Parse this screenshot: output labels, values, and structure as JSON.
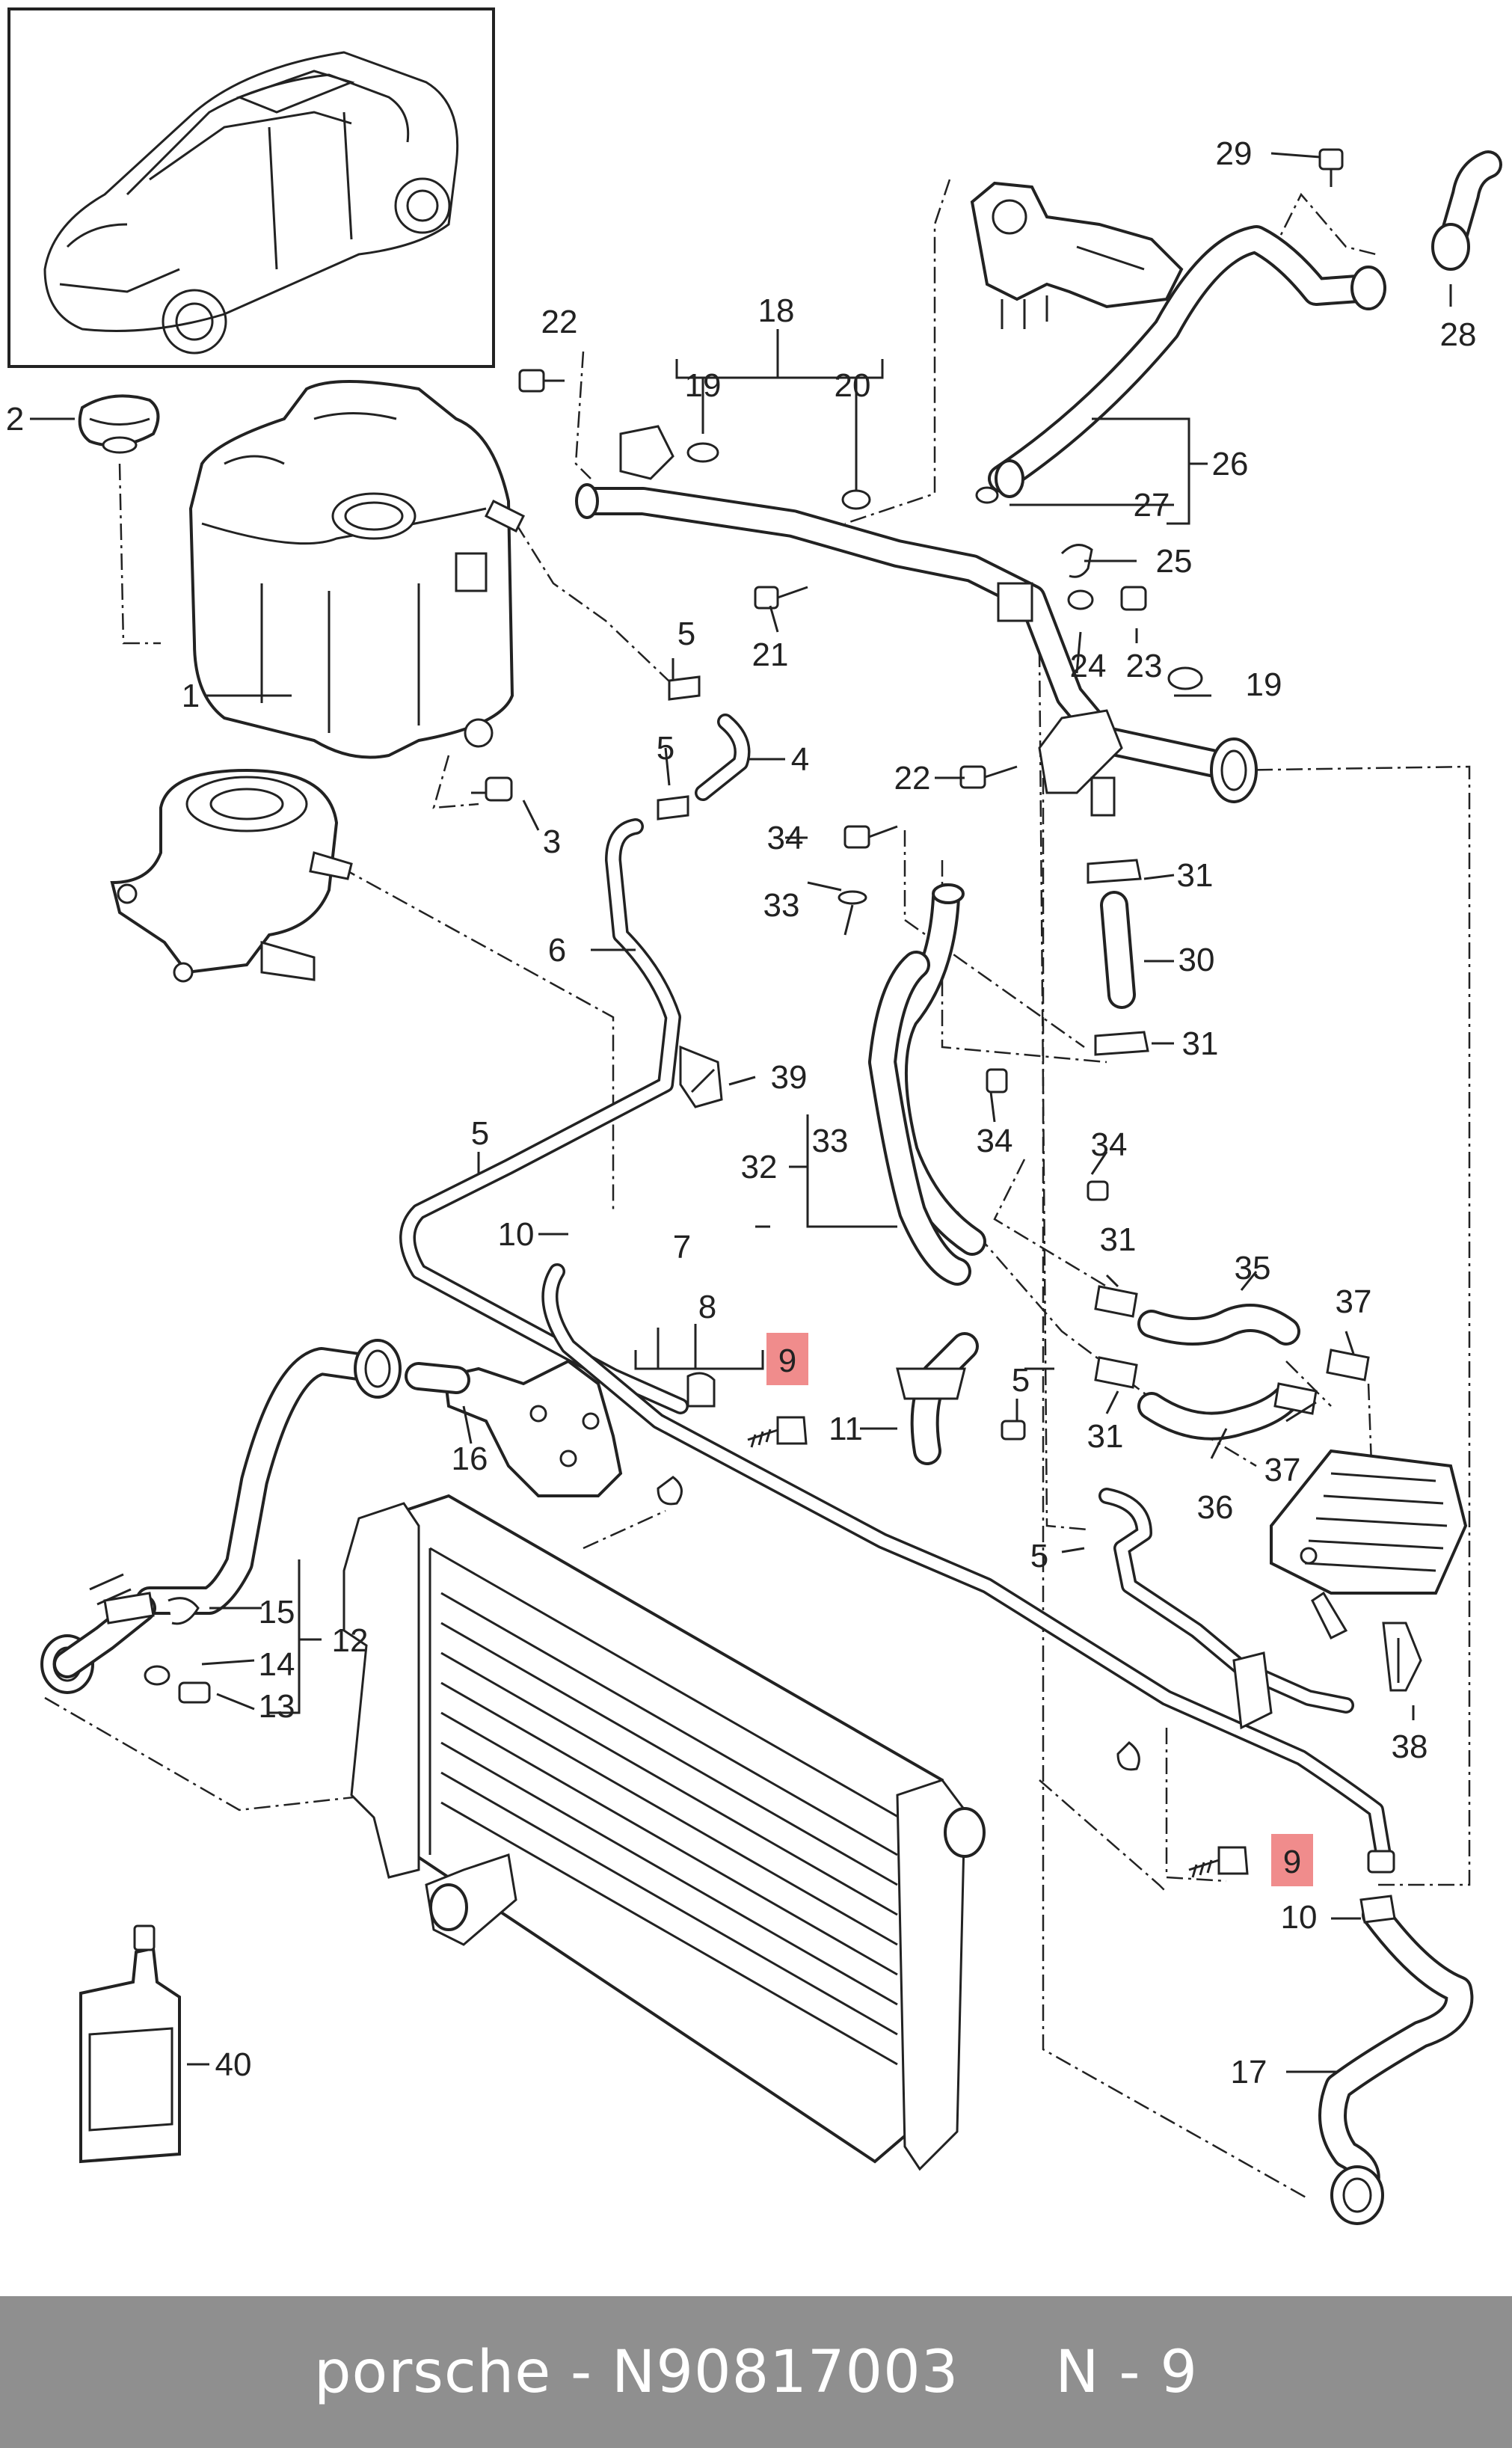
{
  "diagram": {
    "part_labels": [
      "1",
      "2",
      "3",
      "4",
      "5",
      "6",
      "7",
      "8",
      "9",
      "10",
      "11",
      "12",
      "13",
      "14",
      "15",
      "16",
      "17",
      "18",
      "19",
      "20",
      "21",
      "22",
      "23",
      "24",
      "25",
      "26",
      "27",
      "28",
      "29",
      "30",
      "31",
      "32",
      "33",
      "34",
      "35",
      "36",
      "37",
      "38",
      "39",
      "40"
    ],
    "highlighted_part": "9",
    "highlight_color": "#f08c8c"
  },
  "footer": {
    "text": "porsche - N90817003     N - 9",
    "background": "#8f8f8f",
    "text_color": "#ffffff"
  }
}
